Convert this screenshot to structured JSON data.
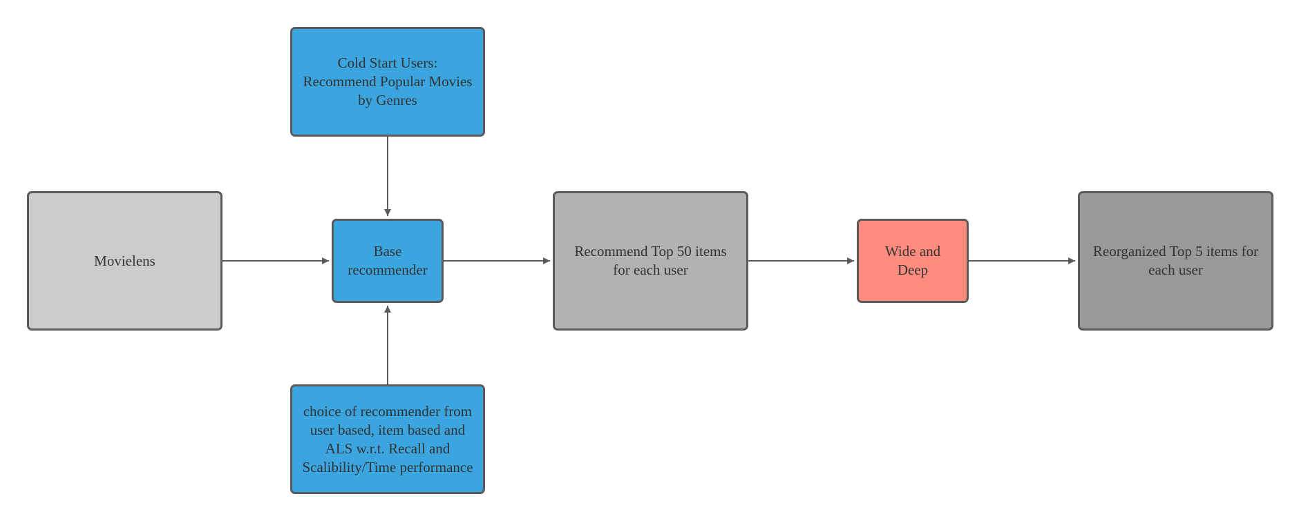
{
  "diagram": {
    "nodes": {
      "cold_start": {
        "label": "Cold Start Users: Recommend Popular Movies by Genres",
        "fill": "#3ba5df"
      },
      "movielens": {
        "label": "Movielens",
        "fill": "#cccccc"
      },
      "base_recommender": {
        "label": "Base recommender",
        "fill": "#3ba5df"
      },
      "top50": {
        "label": "Recommend Top 50 items for each user",
        "fill": "#b2b2b2"
      },
      "wide_deep": {
        "label": "Wide and Deep",
        "fill": "#ff8c7f"
      },
      "top5": {
        "label": "Reorganized Top 5 items for each user",
        "fill": "#999999"
      },
      "choice": {
        "label": "choice of recommender from user based, item based and ALS w.r.t. Recall and Scalibility/Time performance",
        "fill": "#3ba5df"
      }
    },
    "edges": [
      {
        "from": "cold_start",
        "to": "base_recommender"
      },
      {
        "from": "movielens",
        "to": "base_recommender"
      },
      {
        "from": "choice",
        "to": "base_recommender"
      },
      {
        "from": "base_recommender",
        "to": "top50"
      },
      {
        "from": "top50",
        "to": "wide_deep"
      },
      {
        "from": "wide_deep",
        "to": "top5"
      }
    ],
    "colors": {
      "border": "#5b5b5b",
      "edge": "#5b5b5b",
      "text": "#333333"
    }
  }
}
